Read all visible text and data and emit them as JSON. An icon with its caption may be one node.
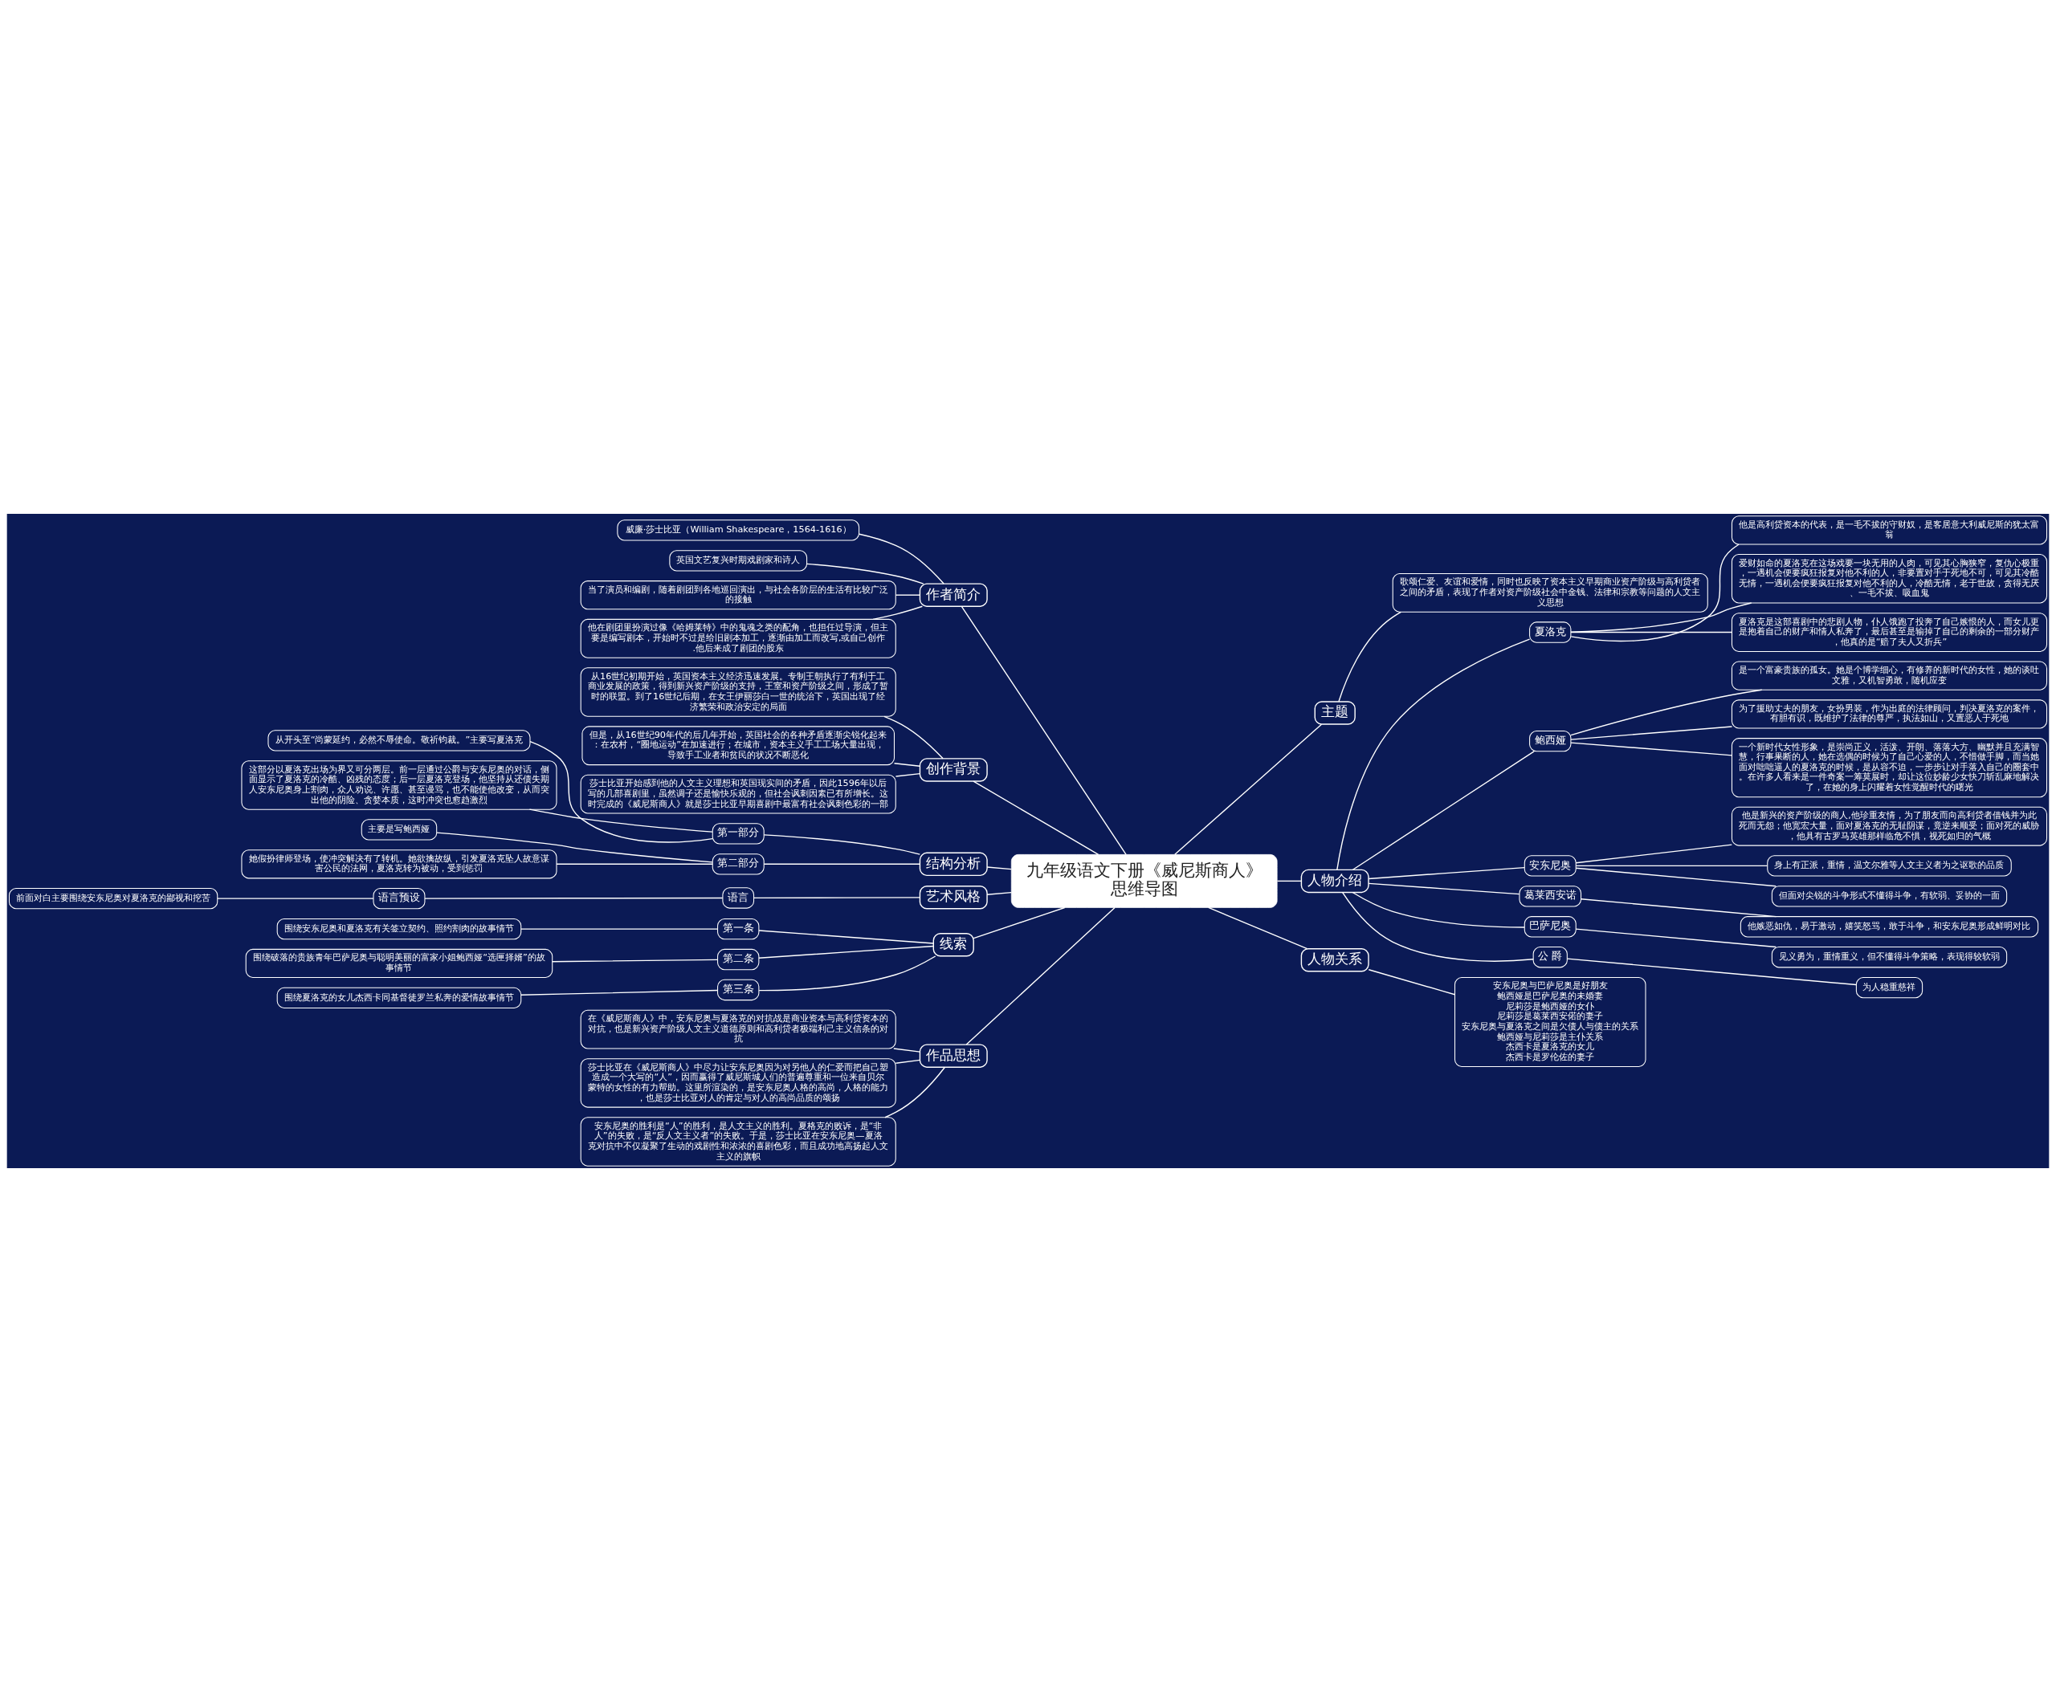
{
  "diagram": {
    "nodes": [
      {
        "text": [
          "九年级语文下册《威尼斯商人》思维导图"
        ]
      },
      {
        "text": [
          "作者简介"
        ]
      },
      {
        "text": [
          "威廉·莎士比亚（William Shakespeare，1564-1616）"
        ]
      },
      {
        "text": [
          "英国文艺复兴时期戏剧家和诗人"
        ]
      },
      {
        "text": [
          "当了演员和编剧，随着剧团到各地巡回演出，与社会各阶层的生活有比较广泛的接触"
        ]
      },
      {
        "text": [
          "他在剧团里扮演过像《哈姆莱特》中的鬼魂之类的配角，也担任过导演，但主要是编写剧本，开始时不过是给旧剧本加工，逐渐由加工而改写,或自己创作.他后来成了剧团的股东"
        ]
      },
      {
        "text": [
          "创作背景"
        ]
      },
      {
        "text": [
          "从16世纪初期开始，英国资本主义经济迅速发展。专制王朝执行了有利于工商业发展的政策，得到新兴资产阶级的支持，王室和资产阶级之间，形成了暂时的联盟。到了16世纪后期，在女王伊丽莎白一世的统治下，英国出现了经济繁荣和政治安定的局面"
        ]
      },
      {
        "text": [
          "但是，从16世纪90年代的后几年开始，英国社会的各种矛盾逐渐尖锐化起来：在农村，“圈地运动”在加速进行；在城市，资本主义手工工场大量出现，导致手工业者和贫民的状况不断恶化"
        ]
      },
      {
        "text": [
          "莎士比亚开始感到他的人文主义理想和英国现实间的矛盾，因此1596年以后写的几部喜剧里，虽然调子还是愉快乐观的，但社会讽刺因素已有所增长。这时完成的《威尼斯商人》就是莎士比亚早期喜剧中最富有社会讽刺色彩的一部"
        ]
      },
      {
        "text": [
          "结构分析"
        ]
      },
      {
        "text": [
          "第一部分"
        ]
      },
      {
        "text": [
          "从开头至“尚蒙延约，必然不辱使命。敬祈钧裁。”主要写夏洛克"
        ]
      },
      {
        "text": [
          "这部分以夏洛克出场为界又可分两层。前一层通过公爵与安东尼奥的对话，侧面显示了夏洛克的冷酷、凶残的态度；后一层夏洛克登场，他坚持从还债失期人安东尼奥身上割肉，众人劝说、许愿、甚至谩骂，也不能使他改变，从而突出他的阴险、贪婪本质，这时冲突也愈趋激烈"
        ]
      },
      {
        "text": [
          "第二部分"
        ]
      },
      {
        "text": [
          "主要是写鲍西娅"
        ]
      },
      {
        "text": [
          "她假扮律师登场，使冲突解决有了转机。她欲擒故纵，引发夏洛克坠人故意谋害公民的法网，夏洛克转为被动，受到惩罚"
        ]
      },
      {
        "text": [
          "艺术风格"
        ]
      },
      {
        "text": [
          "语言"
        ]
      },
      {
        "text": [
          "语言预设"
        ]
      },
      {
        "text": [
          "前面对白主要围绕安东尼奥对夏洛克的鄙视和挖苦"
        ]
      },
      {
        "text": [
          "线索"
        ]
      },
      {
        "text": [
          "第一条"
        ]
      },
      {
        "text": [
          "围绕安东尼奥和夏洛克有关签立契约、照约割肉的故事情节"
        ]
      },
      {
        "text": [
          "第二条"
        ]
      },
      {
        "text": [
          "围绕破落的贵族青年巴萨尼奥与聪明美丽的富家小姐鲍西娅“选匣择婿”的故事情节"
        ]
      },
      {
        "text": [
          "第三条"
        ]
      },
      {
        "text": [
          "围绕夏洛克的女儿杰西卡同基督徒罗兰私奔的爱情故事情节"
        ]
      },
      {
        "text": [
          "作品思想"
        ]
      },
      {
        "text": [
          "在《威尼斯商人》中，安东尼奥与夏洛克的对抗战是商业资本与高利贷资本的对抗，也是新兴资产阶级人文主义道德原则和高利贷者极端利己主义信条的对抗"
        ]
      },
      {
        "text": [
          "莎士比亚在《威尼斯商人》中尽力让安东尼奥因为对另他人的仁爱而把自己塑造成一个大写的“人”，因而赢得了威尼斯城人们的普遍尊重和一位来自贝尔蒙特的女性的有力帮助。这里所渲染的，是安东尼奥人格的高尚，人格的能力，也是莎士比亚对人的肯定与对人的高尚品质的颂扬"
        ]
      },
      {
        "text": [
          "安东尼奥的胜利是“人”的胜利，是人文主义的胜利。夏格克的败诉，是“非人”的失败，是“反人文主义者”的失败。于是，莎士比亚在安东尼奥—夏洛克对抗中不仅凝聚了生动的戏剧性和浓浓的喜剧色彩，而且成功地高扬起人文主义的旗帜"
        ]
      },
      {
        "text": [
          "主题"
        ]
      },
      {
        "text": [
          "歌颂仁爱、友谊和爱情，同时也反映了资本主义早期商业资产阶级与高利贷者之间的矛盾，表现了作者对资产阶级社会中金钱、法律和宗教等问题的人文主义思想"
        ]
      },
      {
        "text": [
          "人物介绍"
        ]
      },
      {
        "text": [
          "夏洛克"
        ]
      },
      {
        "text": [
          "他是高利贷资本的代表，是一毛不拔的守财奴，是客居意大利威尼斯的犹太富翁"
        ]
      },
      {
        "text": [
          "爱财如命的夏洛克在这场戏要一块无用的人肉，可见其心胸狭窄，复仇心极重，一遇机会便要疯狂报复对他不利的人，非要置对手于死地不可，可见其冷酷无情，一遇机会便要疯狂报复对他不利的人，冷酷无情，老于世故，贪得无厌、一毛不拔、吸血鬼"
        ]
      },
      {
        "text": [
          "夏洛克是这部喜剧中的悲剧人物，仆人饿跑了投奔了自己嫉恨的人，而女儿更是抱着自己的财产和情人私奔了，最后甚至是输掉了自己的剩余的一部分财产，他真的是“赔了夫人又折兵”"
        ]
      },
      {
        "text": [
          "鲍西娅"
        ]
      },
      {
        "text": [
          "是一个富豪贵族的孤女。她是个博学细心，有修养的新时代的女性，她的谈吐文雅，又机智勇敢，随机应变"
        ]
      },
      {
        "text": [
          "为了援助丈夫的朋友，女扮男装，作为出庭的法律顾问，判决夏洛克的案件，有胆有识，既维护了法律的尊严，执法如山，又置恶人于死地"
        ]
      },
      {
        "text": [
          "一个新时代女性形象，是崇尚正义，活泼、开朗、落落大方、幽默并且充满智慧，行事果断的人，她在选偶的时候为了自己心爱的人，不惜做手脚，而当她面对咄咄逼人的夏洛克的时候，是从容不迫，一步步让对手落入自己的圈套中。在许多人看来是一件奇案一筹莫展时，却让这位妙龄少女快刀斩乱麻地解决了，在她的身上闪耀着女性觉醒时代的曙光"
        ]
      },
      {
        "text": [
          "安东尼奥"
        ]
      },
      {
        "text": [
          "他是新兴的资产阶级的商人,他珍重友情，为了朋友而向高利贷者借钱并为此死而无怨；他宽宏大量，面对夏洛克的无耻阴谋，竟逆来顺受；面对死的威胁，他具有古罗马英雄那样临危不惧，视死如归的气概"
        ]
      },
      {
        "text": [
          "身上有正派，重情，温文尔雅等人文主义者为之讴歌的品质"
        ]
      },
      {
        "text": [
          "但面对尖锐的斗争形式不懂得斗争，有软弱、妥协的一面"
        ]
      },
      {
        "text": [
          "葛莱西安诺"
        ]
      },
      {
        "text": [
          "他嫉恶如仇，易于激动，嬉笑怒骂，敢于斗争，和安东尼奥形成鲜明对比"
        ]
      },
      {
        "text": [
          "巴萨尼奥"
        ]
      },
      {
        "text": [
          "见义勇为，重情重义，但不懂得斗争策略，表现得较软弱"
        ]
      },
      {
        "text": [
          "公 爵"
        ]
      },
      {
        "text": [
          "为人稳重慈祥"
        ]
      },
      {
        "text": [
          "人物关系"
        ]
      },
      {
        "text": [
          "安东尼奥与巴萨尼奥是好朋友",
          "鲍西娅是巴萨尼奥的未婚妻",
          "尼莉莎是鲍西娅的女仆",
          "尼莉莎是葛莱西安偌的妻子",
          "安东尼奥与夏洛克之间是欠债人与债主的关系",
          "鲍西娅与尼莉莎是主仆关系",
          "杰西卡是夏洛克的女儿",
          "杰西卡是罗伦佐的妻子"
        ]
      }
    ],
    "edges": [
      {
        "from": 1,
        "to": 0,
        "arrow": "none"
      },
      {
        "from": 2,
        "to": 1,
        "arrow": "none"
      },
      {
        "from": 3,
        "to": 1,
        "arrow": "none"
      },
      {
        "from": 4,
        "to": 1,
        "arrow": "none"
      },
      {
        "from": 5,
        "to": 1,
        "arrow": "none"
      },
      {
        "from": 6,
        "to": 0,
        "arrow": "none"
      },
      {
        "from": 7,
        "to": 6,
        "arrow": "none"
      },
      {
        "from": 8,
        "to": 6,
        "arrow": "none"
      },
      {
        "from": 9,
        "to": 6,
        "arrow": "none"
      },
      {
        "from": 10,
        "to": 0,
        "arrow": "none"
      },
      {
        "from": 11,
        "to": 10,
        "arrow": "none"
      },
      {
        "from": 12,
        "to": 11,
        "arrow": "none"
      },
      {
        "from": 13,
        "to": 11,
        "arrow": "none"
      },
      {
        "from": 14,
        "to": 10,
        "arrow": "none"
      },
      {
        "from": 15,
        "to": 14,
        "arrow": "none"
      },
      {
        "from": 16,
        "to": 14,
        "arrow": "none"
      },
      {
        "from": 17,
        "to": 0,
        "arrow": "none"
      },
      {
        "from": 18,
        "to": 17,
        "arrow": "none"
      },
      {
        "from": 19,
        "to": 18,
        "arrow": "none"
      },
      {
        "from": 20,
        "to": 19,
        "arrow": "none"
      },
      {
        "from": 21,
        "to": 0,
        "arrow": "none"
      },
      {
        "from": 22,
        "to": 21,
        "arrow": "none"
      },
      {
        "from": 23,
        "to": 22,
        "arrow": "none"
      },
      {
        "from": 24,
        "to": 21,
        "arrow": "none"
      },
      {
        "from": 25,
        "to": 24,
        "arrow": "none"
      },
      {
        "from": 26,
        "to": 21,
        "arrow": "none"
      },
      {
        "from": 27,
        "to": 26,
        "arrow": "none"
      },
      {
        "from": 28,
        "to": 0,
        "arrow": "none"
      },
      {
        "from": 29,
        "to": 28,
        "arrow": "none"
      },
      {
        "from": 30,
        "to": 28,
        "arrow": "none"
      },
      {
        "from": 31,
        "to": 28,
        "arrow": "none"
      },
      {
        "from": 0,
        "to": 32,
        "arrow": "none"
      },
      {
        "from": 32,
        "to": 33,
        "arrow": "none"
      },
      {
        "from": 0,
        "to": 34,
        "arrow": "none"
      },
      {
        "from": 34,
        "to": 35,
        "arrow": "none"
      },
      {
        "from": 35,
        "to": 36,
        "arrow": "none"
      },
      {
        "from": 35,
        "to": 37,
        "arrow": "none"
      },
      {
        "from": 35,
        "to": 38,
        "arrow": "none"
      },
      {
        "from": 34,
        "to": 39,
        "arrow": "none"
      },
      {
        "from": 39,
        "to": 40,
        "arrow": "none"
      },
      {
        "from": 39,
        "to": 41,
        "arrow": "none"
      },
      {
        "from": 39,
        "to": 42,
        "arrow": "none"
      },
      {
        "from": 34,
        "to": 43,
        "arrow": "none"
      },
      {
        "from": 43,
        "to": 44,
        "arrow": "none"
      },
      {
        "from": 43,
        "to": 45,
        "arrow": "none"
      },
      {
        "from": 43,
        "to": 46,
        "arrow": "none"
      },
      {
        "from": 34,
        "to": 47,
        "arrow": "none"
      },
      {
        "from": 47,
        "to": 48,
        "arrow": "none"
      },
      {
        "from": 34,
        "to": 49,
        "arrow": "none"
      },
      {
        "from": 49,
        "to": 50,
        "arrow": "none"
      },
      {
        "from": 34,
        "to": 51,
        "arrow": "none"
      },
      {
        "from": 51,
        "to": 52,
        "arrow": "none"
      },
      {
        "from": 0,
        "to": 53,
        "arrow": "none"
      },
      {
        "from": 53,
        "to": 54,
        "arrow": "none"
      }
    ]
  }
}
